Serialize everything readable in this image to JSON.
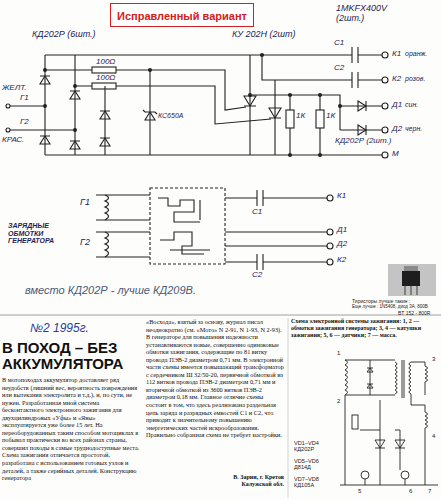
{
  "diagram": {
    "nodes": [
      {
        "text": [
          "Исправленный вариант"
        ]
      }
    ],
    "labels": [
      "КД202Р (6шт.)",
      "100Ω",
      "100Ω",
      "КУ 202Н (2шт)",
      "1MKFX400V (2шт.)",
      "К1",
      "оранж.",
      "К2",
      "розов.",
      "Д1",
      "син.",
      "Д2",
      "черн.",
      "М",
      "ЖЕЛТ.",
      "Г1",
      "Г2",
      "КРАС.",
      "КС650А",
      "1К",
      "1К",
      "С1",
      "С2",
      "КД202Р (2шт.)",
      "Г1",
      "Г2",
      "ЗАРЯДНЫЕ ОБМОТКИ ГЕНЕРАТОРА",
      "С1",
      "К1",
      "Д1",
      "Д2",
      "С2",
      "К2",
      "вместо КД202Р - лучше КД209В.",
      "Тиристоры лучше такие :",
      "Еще лучше : 1N5408, диод 3А, 800В",
      "BT 152 - 800R",
      "№2 1995г.",
      "В ПОХОД – БЕЗ АККУМУЛЯТОРА",
      "В мотопоходах аккумулятор доставляет ряд неудобств (лишний вес, вероятность повреждения или вытекания электролита и т.д.), и, по сути, не нужен. Разработанная мной система бесконтактного электронного зажигания для двухцилиндровых «Уфы» и «Явы» эксплуатируется уже более 15 лет. На переоборудованных таким способом мотоциклах я побывал практически во всех районах страны, совершил походы в самые труднодоступные места. Схема зажигания отличается простотой, разработана с использованием готовых узлов и деталей, а также серийных деталей. Конструкцию генератора",
      "«Восхода», взятый за основу, журнал писал неоднократно (см. «Мото» N 2-91, N 1-93, N 2-93). В генераторе для повышения надежности устанавливаются новые, совершенно одинаковые обмотки зажигания, содержащие по 81 витку провода ПЭВ-2 диаметром 0,71 мм. В электронной части схемы имеется повышающий трансформатор с сердечником Ш 32/50-20, первичной обмоткой из 112 витков провода ПЭВ-2 диаметром 0,71 мм и вторичной обмоткой из 3600 витков ПЭВ-2 диаметром 0,18 мм. Главное отличие схемы состоит в том, что здесь реализована раздельная цепь заряда и разрядных емкостей С1 и С2, что приводит к значительному повышению энергетических частей искрообразования. Правильно собранная схема не требует настройки.",
      "В. Зарин, г. Кретов Калужской обл.",
      "Схема электронной системы зажигания: 1, 2 — обмотки зажигания генератора; 3, 4 — катушки зажигания; 5, 6 — датчики; 7 — масса.",
      "VD1–VD4 КД202Р",
      "VD5–VD6 Д814Д",
      "VD7–VD8 КД105А",
      "1",
      "2",
      "3",
      "4",
      "5",
      "6",
      "7"
    ]
  }
}
